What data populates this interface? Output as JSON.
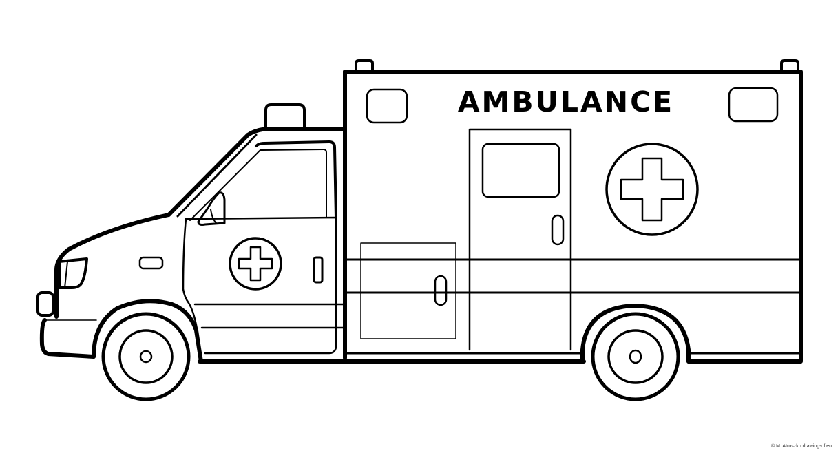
{
  "illustration": {
    "subject": "ambulance",
    "style": "black line art coloring page",
    "sign_text": "AMBULANCE",
    "stroke_color": "#000000",
    "background_color": "#ffffff"
  },
  "credit": {
    "text": "© M. Atroszko  drawing-of.eu"
  }
}
